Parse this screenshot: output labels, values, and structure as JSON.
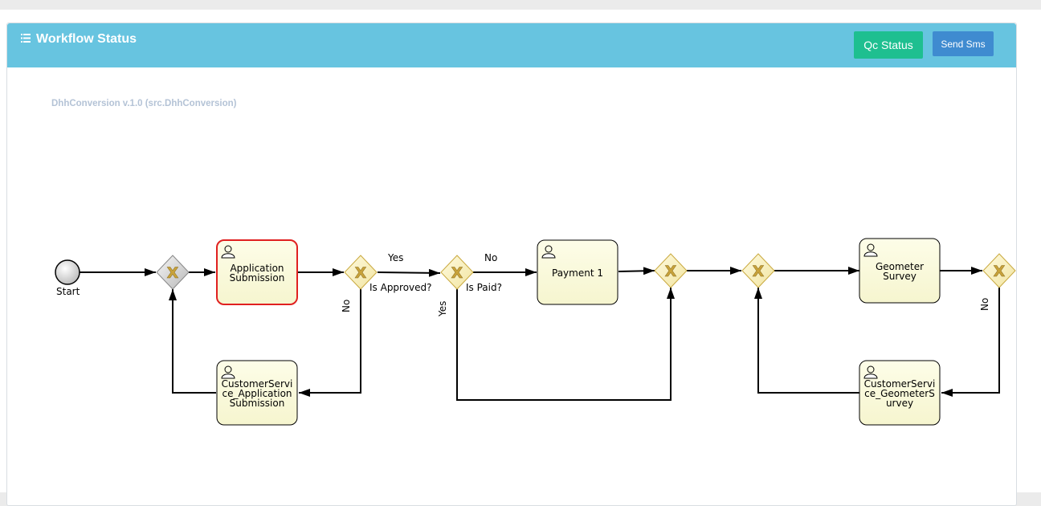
{
  "header": {
    "title": "Workflow Status",
    "title_icon": "list-icon",
    "qc_button": "Qc Status",
    "sms_button": "Send Sms",
    "color_header": "#67c4e0",
    "color_qc": "#1ebf90",
    "color_sms": "#3f8bd0"
  },
  "process": {
    "name": "DhhConversion v.1.0 (src.DhhConversion)"
  },
  "diagram": {
    "start_label": "Start",
    "tasks": {
      "application_submission": "Application\nSubmission",
      "cs_application_submission": "CustomerServi\nce_Application\nSubmission",
      "payment1": "Payment 1",
      "geometer_survey": "Geometer\nSurvey",
      "cs_geometer_survey": "CustomerServi\nce_GeometerS\nurvey"
    },
    "gateways": {
      "is_approved": "Is Approved?",
      "is_paid": "Is Paid?"
    },
    "edge_labels": {
      "approved_yes": "Yes",
      "approved_no": "No",
      "paid_no": "No",
      "paid_yes": "Yes",
      "survey_no": "No"
    },
    "active_task": "Application Submission",
    "active_color": "#e02020"
  }
}
